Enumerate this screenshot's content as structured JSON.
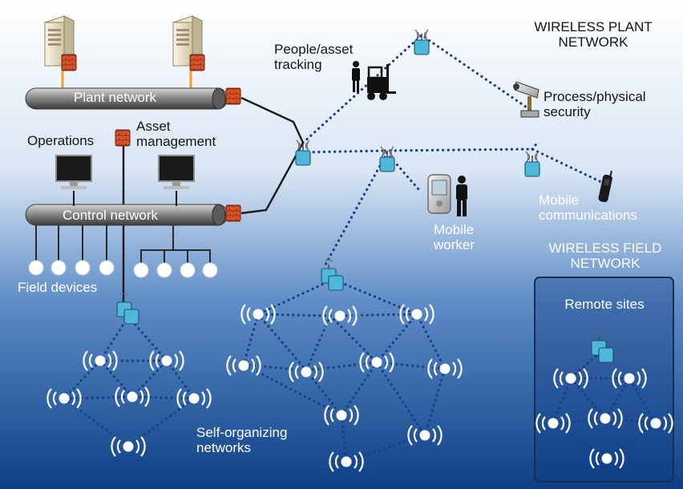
{
  "colors": {
    "background_top": "#ffffff",
    "background_bottom": "#0d3f86",
    "node_fill": "#4fb8d8",
    "pipe": "#8f8f8f",
    "firewall": "#d8542b",
    "link_dots": "#153f8e"
  },
  "labels": {
    "wireless_plant_network": "WIRELESS PLANT NETWORK",
    "people_asset_tracking": "People/asset tracking",
    "plant_network": "Plant network",
    "process_physical_security": "Process/physical security",
    "operations": "Operations",
    "asset_management": "Asset management",
    "control_network": "Control network",
    "mobile_communications": "Mobile communications",
    "mobile_worker": "Mobile worker",
    "wireless_field_network": "WIRELESS FIELD NETWORK",
    "field_devices": "Field devices",
    "remote_sites": "Remote sites",
    "self_organizing_networks": "Self-organizing networks"
  },
  "icons": [
    "server-icon",
    "firewall-icon",
    "monitor-icon",
    "forklift-icon",
    "person-icon",
    "security-camera-icon",
    "handheld-device-icon",
    "mobile-phone-icon",
    "wireless-access-point-icon",
    "wireless-field-device-icon"
  ]
}
